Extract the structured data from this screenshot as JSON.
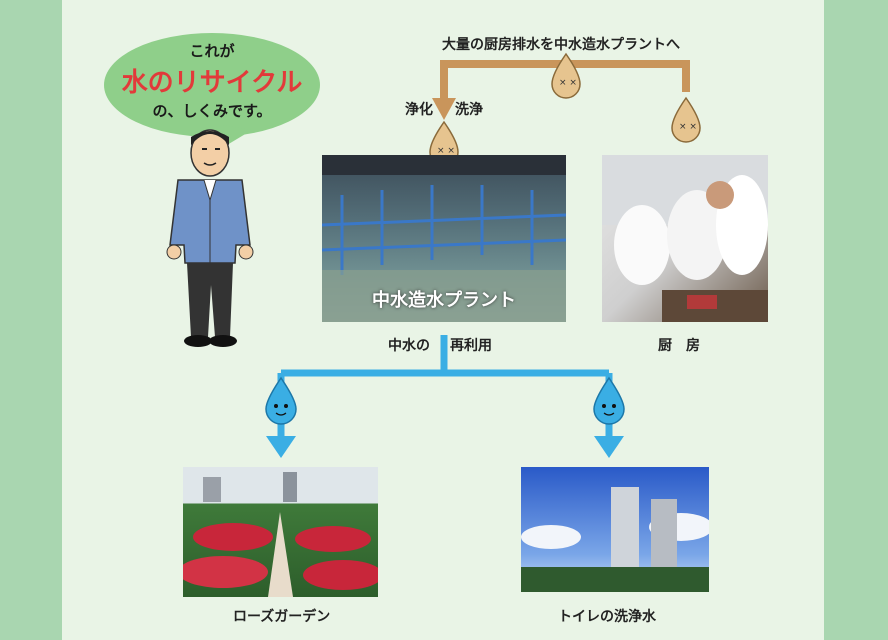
{
  "bubble": {
    "line1": "これが",
    "line2": "水のリサイクル",
    "line3": "の、しくみです。"
  },
  "flow": {
    "top_label": "大量の厨房排水を中水造水プラントへ",
    "purify_label": "浄化",
    "wash_label": "洗浄",
    "reuse_label_1": "中水の",
    "reuse_label_2": "再利用"
  },
  "photos": {
    "plant_overlay": "中水造水プラント",
    "kitchen_caption": "厨　房",
    "garden_caption": "ローズガーデン",
    "toilet_caption": "トイレの洗浄水"
  },
  "colors": {
    "dirty_flow": "#c9955b",
    "clean_flow": "#3aaee4",
    "accent_red": "#e23a3a",
    "bubble_green": "#8fcf8a"
  }
}
